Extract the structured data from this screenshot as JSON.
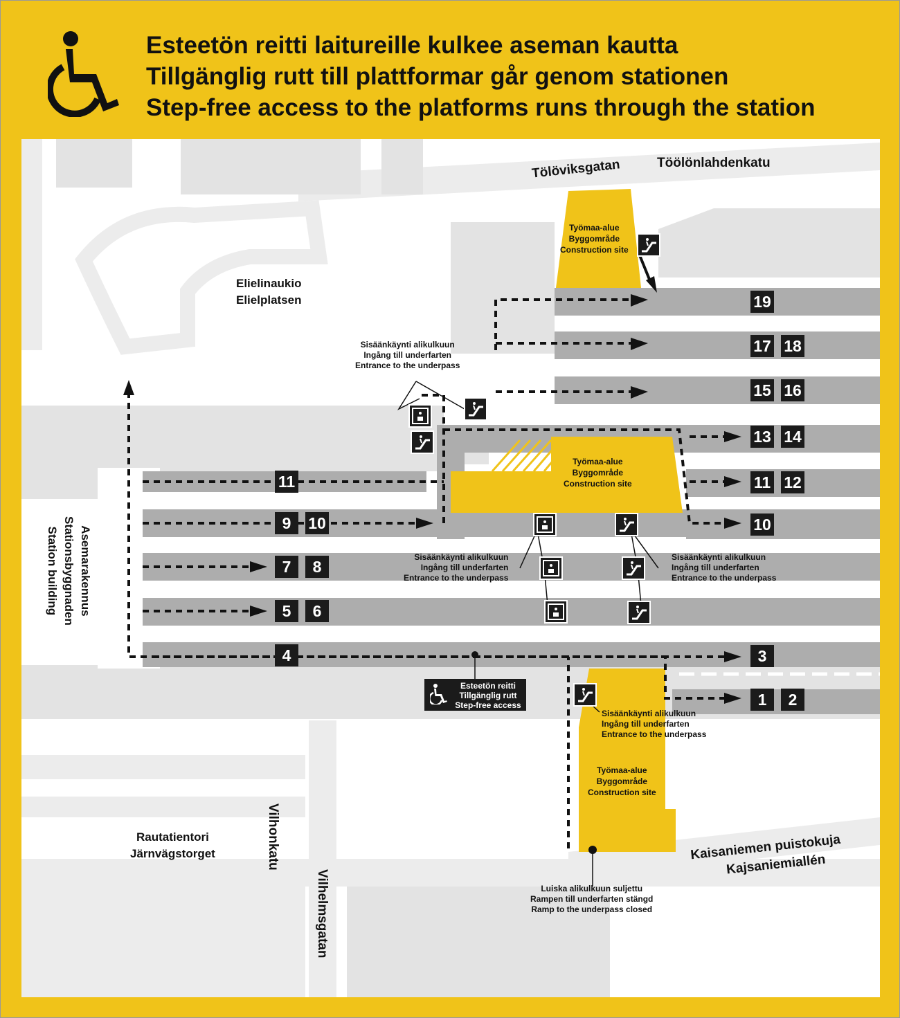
{
  "header": {
    "title_fi": "Esteetön reitti laitureille kulkee aseman kautta",
    "title_sv": "Tillgänglig rutt till plattformar går genom stationen",
    "title_en": "Step-free access to the platforms runs through the station",
    "icon": "wheelchair-icon"
  },
  "streets": {
    "toloviksgatan": "Tölöviksgatan",
    "toolonlahdenkatu": "Töölönlahdenkatu",
    "vilhonkatu": "Vilhonkatu",
    "vilhelmsgatan": "Vilhelmsgatan",
    "kaisaniemi_fi": "Kaisaniemen puistokuja",
    "kaisaniemi_sv": "Kajsaniemiallén"
  },
  "places": {
    "elielinaukio_fi": "Elielinaukio",
    "elielinaukio_sv": "Elielplatsen",
    "rautatientori_fi": "Rautatientori",
    "rautatientori_sv": "Järnvägstorget",
    "station_fi": "Asemarakennus",
    "station_sv": "Stationsbyggnaden",
    "station_en": "Station building"
  },
  "construction": {
    "fi": "Työmaa-alue",
    "sv": "Byggområde",
    "en": "Construction site"
  },
  "underpass_entrance": {
    "fi": "Sisäänkäynti alikulkuun",
    "sv": "Ingång till underfarten",
    "en": "Entrance to the underpass"
  },
  "step_free": {
    "fi": "Esteetön reitti",
    "sv": "Tillgänglig rutt",
    "en": "Step-free access"
  },
  "ramp_closed": {
    "fi": "Luiska alikulkuun suljettu",
    "sv": "Rampen till underfarten stängd",
    "en": "Ramp to the underpass closed"
  },
  "platforms": {
    "p19": "19",
    "p17": "17",
    "p18": "18",
    "p15": "15",
    "p16": "16",
    "p13": "13",
    "p14": "14",
    "p11r": "11",
    "p12": "12",
    "p10r": "10",
    "p3": "3",
    "p1": "1",
    "p2": "2",
    "p11l": "11",
    "p9": "9",
    "p10l": "10",
    "p7": "7",
    "p8": "8",
    "p5": "5",
    "p6": "6",
    "p4": "4"
  },
  "colors": {
    "accent_yellow": "#f0c319",
    "platform_gray": "#adadad",
    "building_gray": "#e3e3e3",
    "road_gray": "#ececec",
    "dark": "#1b1b1b"
  }
}
